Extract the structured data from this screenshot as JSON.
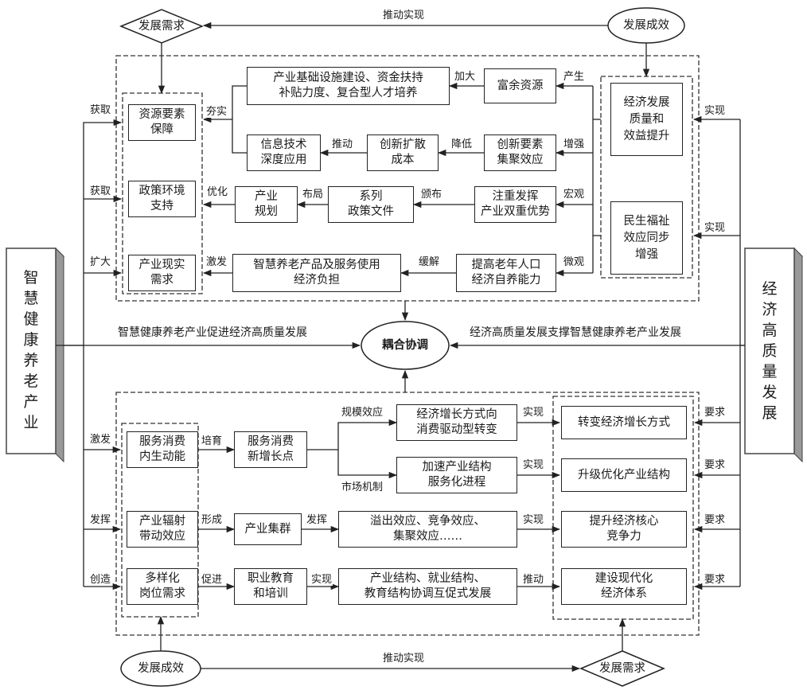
{
  "left_pillar": "智\n慧\n健\n康\n养\n老\n产\n业",
  "right_pillar": "经\n济\n高\n质\n量\n发\n展",
  "top_left_diamond": "发展需求",
  "top_right_ellipse": "发展成效",
  "top_arrow_label": "推动实现",
  "bottom_left_ellipse": "发展成效",
  "bottom_right_diamond": "发展需求",
  "bottom_arrow_label": "推动实现",
  "center_ellipse": "耦合协调",
  "center_left_label": "智慧健康养老产业促进经济高质量发展",
  "center_right_label": "经济高质量发展支撑智慧健康养老产业发展",
  "top": {
    "col1": [
      "资源要素\n保障",
      "政策环境\n支持",
      "产业现实\n需求"
    ],
    "col1_labels": [
      "获取",
      "获取",
      "扩大"
    ],
    "row1": {
      "a": "产业基础设施建设、资金扶持\n补贴力度、复合型人才培养",
      "b": "富余资源",
      "l_ab": "加大",
      "l_right": "产生",
      "l_left": "夯实"
    },
    "row2": {
      "a": "信息技术\n深度应用",
      "b": "创新扩散\n成本",
      "c": "创新要素\n集聚效应",
      "l_ab": "推动",
      "l_bc": "降低",
      "l_right": "增强"
    },
    "row3": {
      "a": "产业\n规划",
      "b": "系列\n政策文件",
      "c": "注重发挥\n产业双重优势",
      "l_left": "优化",
      "l_ab": "布局",
      "l_bc": "颁布",
      "l_right": "宏观"
    },
    "row4": {
      "a": "智慧养老产品及服务使用\n经济负担",
      "b": "提高老年人口\n经济自养能力",
      "l_left": "激发",
      "l_ab": "缓解",
      "l_right": "微观"
    },
    "right": [
      "经济发展\n质量和\n效益提升",
      "民生福祉\n效应同步\n增强"
    ],
    "right_labels": [
      "实现",
      "实现"
    ]
  },
  "bottom": {
    "col1": [
      "服务消费\n内生动能",
      "产业辐射\n带动效应",
      "多样化\n岗位需求"
    ],
    "col1_labels": [
      "激发",
      "发挥",
      "创造"
    ],
    "row1": {
      "a": "服务消费\n新增长点",
      "l_a": "培育",
      "b_up": "经济增长方式向\n消费驱动型转变",
      "b_down": "加速产业结构\n服务化进程",
      "l_up": "规模效应",
      "l_down": "市场机制",
      "l_r1": "实现",
      "l_r2": "实现"
    },
    "row2": {
      "a": "产业集群",
      "b": "溢出效应、竞争效应、\n集聚效应……",
      "l_a": "形成",
      "l_b": "发挥",
      "l_r": "实现"
    },
    "row3": {
      "a": "职业教育\n和培训",
      "b": "产业结构、就业结构、\n教育结构协调互促式发展",
      "l_a": "促进",
      "l_b": "实现",
      "l_r": "推动"
    },
    "right": [
      "转变经济增长方式",
      "升级优化产业结构",
      "提升经济核心\n竞争力",
      "建设现代化\n经济体系"
    ],
    "right_labels": [
      "要求",
      "要求",
      "要求",
      "要求"
    ]
  }
}
